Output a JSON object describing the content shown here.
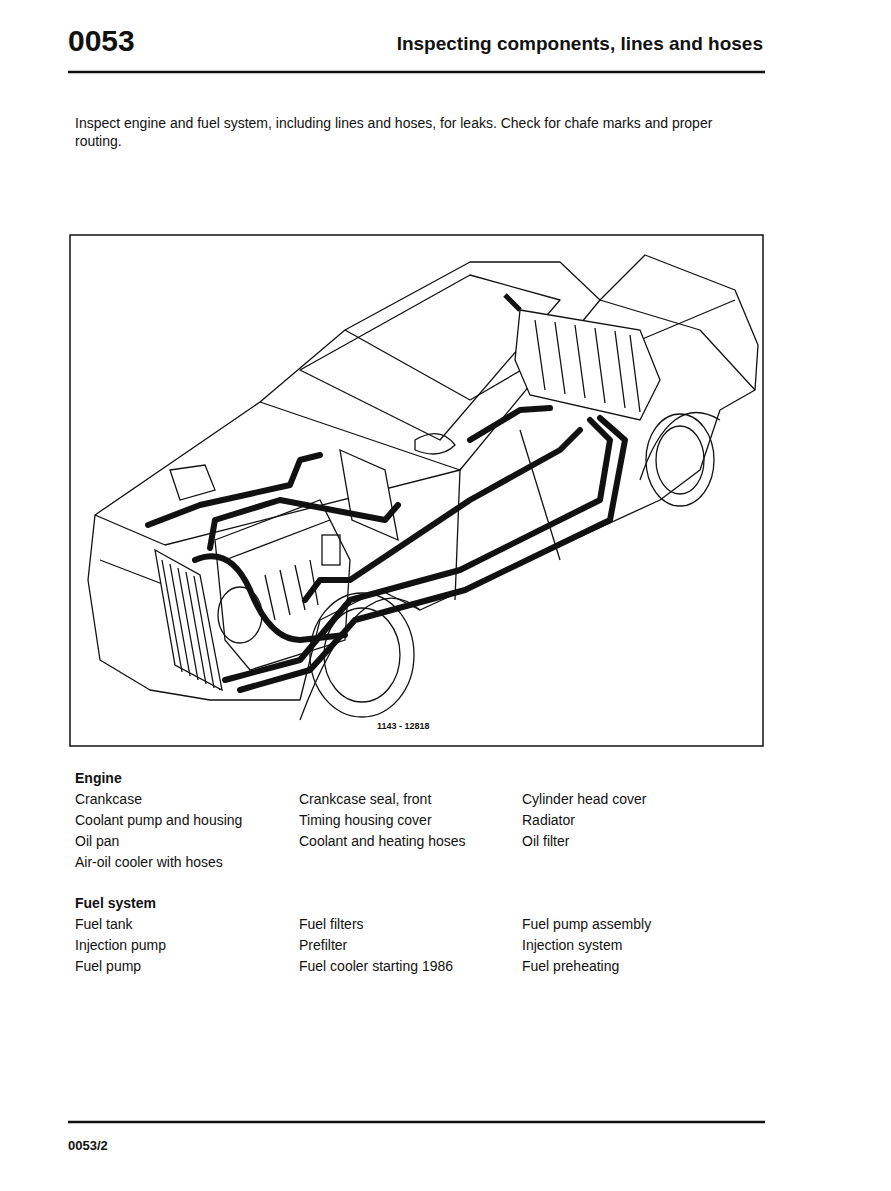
{
  "diagram": {
    "title": "Inspecting components, lines and hoses",
    "labels": [
      "0053",
      "Inspect engine and fuel system, including lines and hoses, for leaks. Check for chafe marks and proper routing.",
      "1143 - 12818",
      "Engine",
      "Crankcase",
      "Crankcase seal, front",
      "Cylinder head cover",
      "Coolant pump and housing",
      "Timing housing cover",
      "Radiator",
      "Oil pan",
      "Coolant and heating hoses",
      "Oil filter",
      "Air-oil cooler with hoses",
      "Fuel system",
      "Fuel tank",
      "Fuel filters",
      "Fuel pump assembly",
      "Injection pump",
      "Prefilter",
      "Injection system",
      "Fuel pump",
      "Fuel cooler starting 1986",
      "Fuel preheating",
      "0053/2"
    ]
  }
}
